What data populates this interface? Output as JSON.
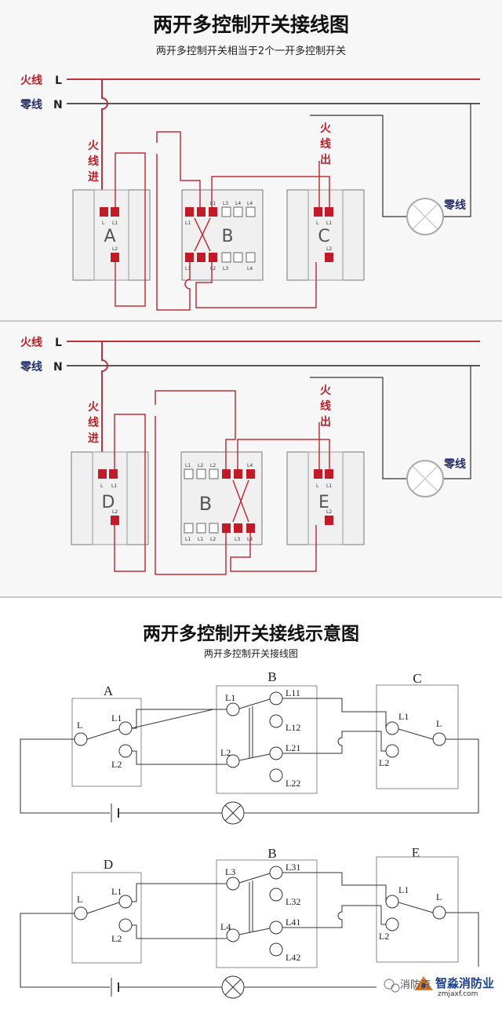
{
  "top": {
    "title": "两开多控制开关接线图",
    "subtitle": "两开多控制开关相当于2个一开多控制开关"
  },
  "wire_labels": {
    "live": "火线",
    "live_letter": "L",
    "neutral": "零线",
    "neutral_letter": "N",
    "in_chars": [
      "火",
      "线",
      "进"
    ],
    "out_chars": [
      "火",
      "线",
      "出"
    ],
    "lamp_neutral": "零线"
  },
  "panel1": {
    "switch_a": "A",
    "switch_b": "B",
    "switch_c": "C",
    "a_terms": [
      "L",
      "L1",
      "L2"
    ],
    "b_top_terms": [
      "L1",
      "L2",
      "L3",
      "L4"
    ],
    "b_bottom_terms": [
      "L1",
      "L1",
      "L2",
      "L3",
      "L4"
    ],
    "c_terms": [
      "L",
      "L1",
      "L2"
    ]
  },
  "panel2": {
    "switch_a": "D",
    "switch_b": "B",
    "switch_c": "E",
    "a_terms": [
      "L",
      "L1",
      "L2"
    ],
    "b_top_terms": [
      "L1",
      "L2",
      "L3",
      "L4"
    ],
    "b_bottom_terms": [
      "L1",
      "L1",
      "L2",
      "L3",
      "L4"
    ],
    "c_terms": [
      "L",
      "L1",
      "L2"
    ]
  },
  "schematic": {
    "title": "两开多控制开关接线示意图",
    "subtitle": "两开多控制开关接线图",
    "top": {
      "left_switch": "A",
      "mid_switch": "B",
      "right_switch": "C",
      "left_L": "L",
      "left_L1": "L1",
      "left_L2": "L2",
      "mid_in1": "L1",
      "mid_in2": "L2",
      "mid_out": [
        "L11",
        "L12",
        "L21",
        "L22"
      ],
      "right_L1": "L1",
      "right_L2": "L2",
      "right_L": "L"
    },
    "bottom": {
      "left_switch": "D",
      "mid_switch": "B",
      "right_switch": "E",
      "left_L": "L",
      "left_L1": "L1",
      "left_L2": "L2",
      "mid_in1": "L3",
      "mid_in2": "L4",
      "mid_out": [
        "L31",
        "L32",
        "L41",
        "L42"
      ],
      "right_L1": "L1",
      "right_L2": "L2",
      "right_L": "L"
    }
  },
  "watermark": {
    "text": "消防资",
    "logo": "智淼消防业",
    "url": "zmjaxf.com"
  },
  "colors": {
    "live_wire": "#c0303a",
    "neutral_wire": "#222222",
    "live_label": "#c0202a",
    "neutral_label": "#26306e",
    "terminal_red": "#c41a28"
  }
}
